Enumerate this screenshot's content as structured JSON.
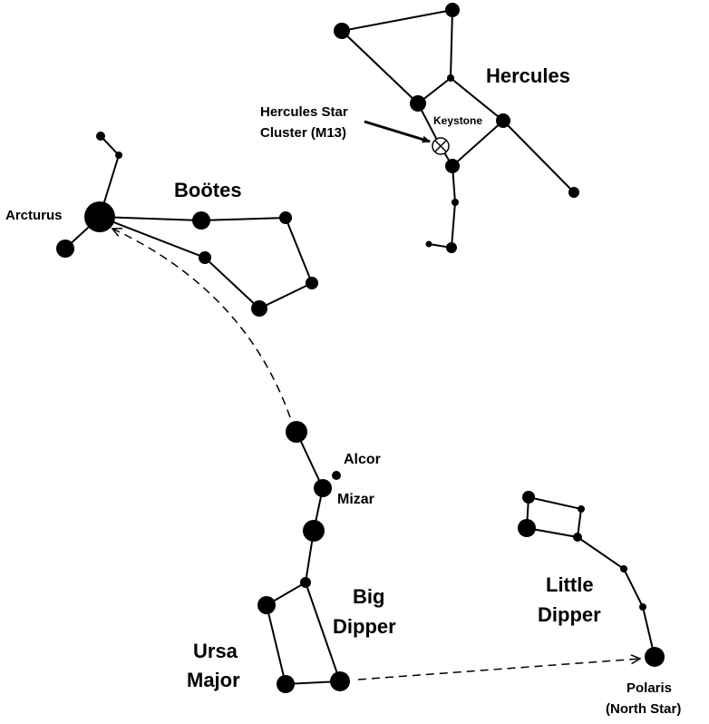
{
  "constellations": {
    "hercules": "Hercules",
    "bootes": "Boötes",
    "big_dipper": [
      "Big",
      "Dipper"
    ],
    "ursa_major": [
      "Ursa",
      "Major"
    ],
    "little_dipper": [
      "Little",
      "Dipper"
    ]
  },
  "stars": {
    "arcturus": "Arcturus",
    "alcor": "Alcor",
    "mizar": "Mizar",
    "polaris": [
      "Polaris",
      "(North Star)"
    ],
    "keystone": "Keystone"
  },
  "annotations": {
    "m13": [
      "Hercules Star",
      "Cluster (M13)"
    ]
  }
}
